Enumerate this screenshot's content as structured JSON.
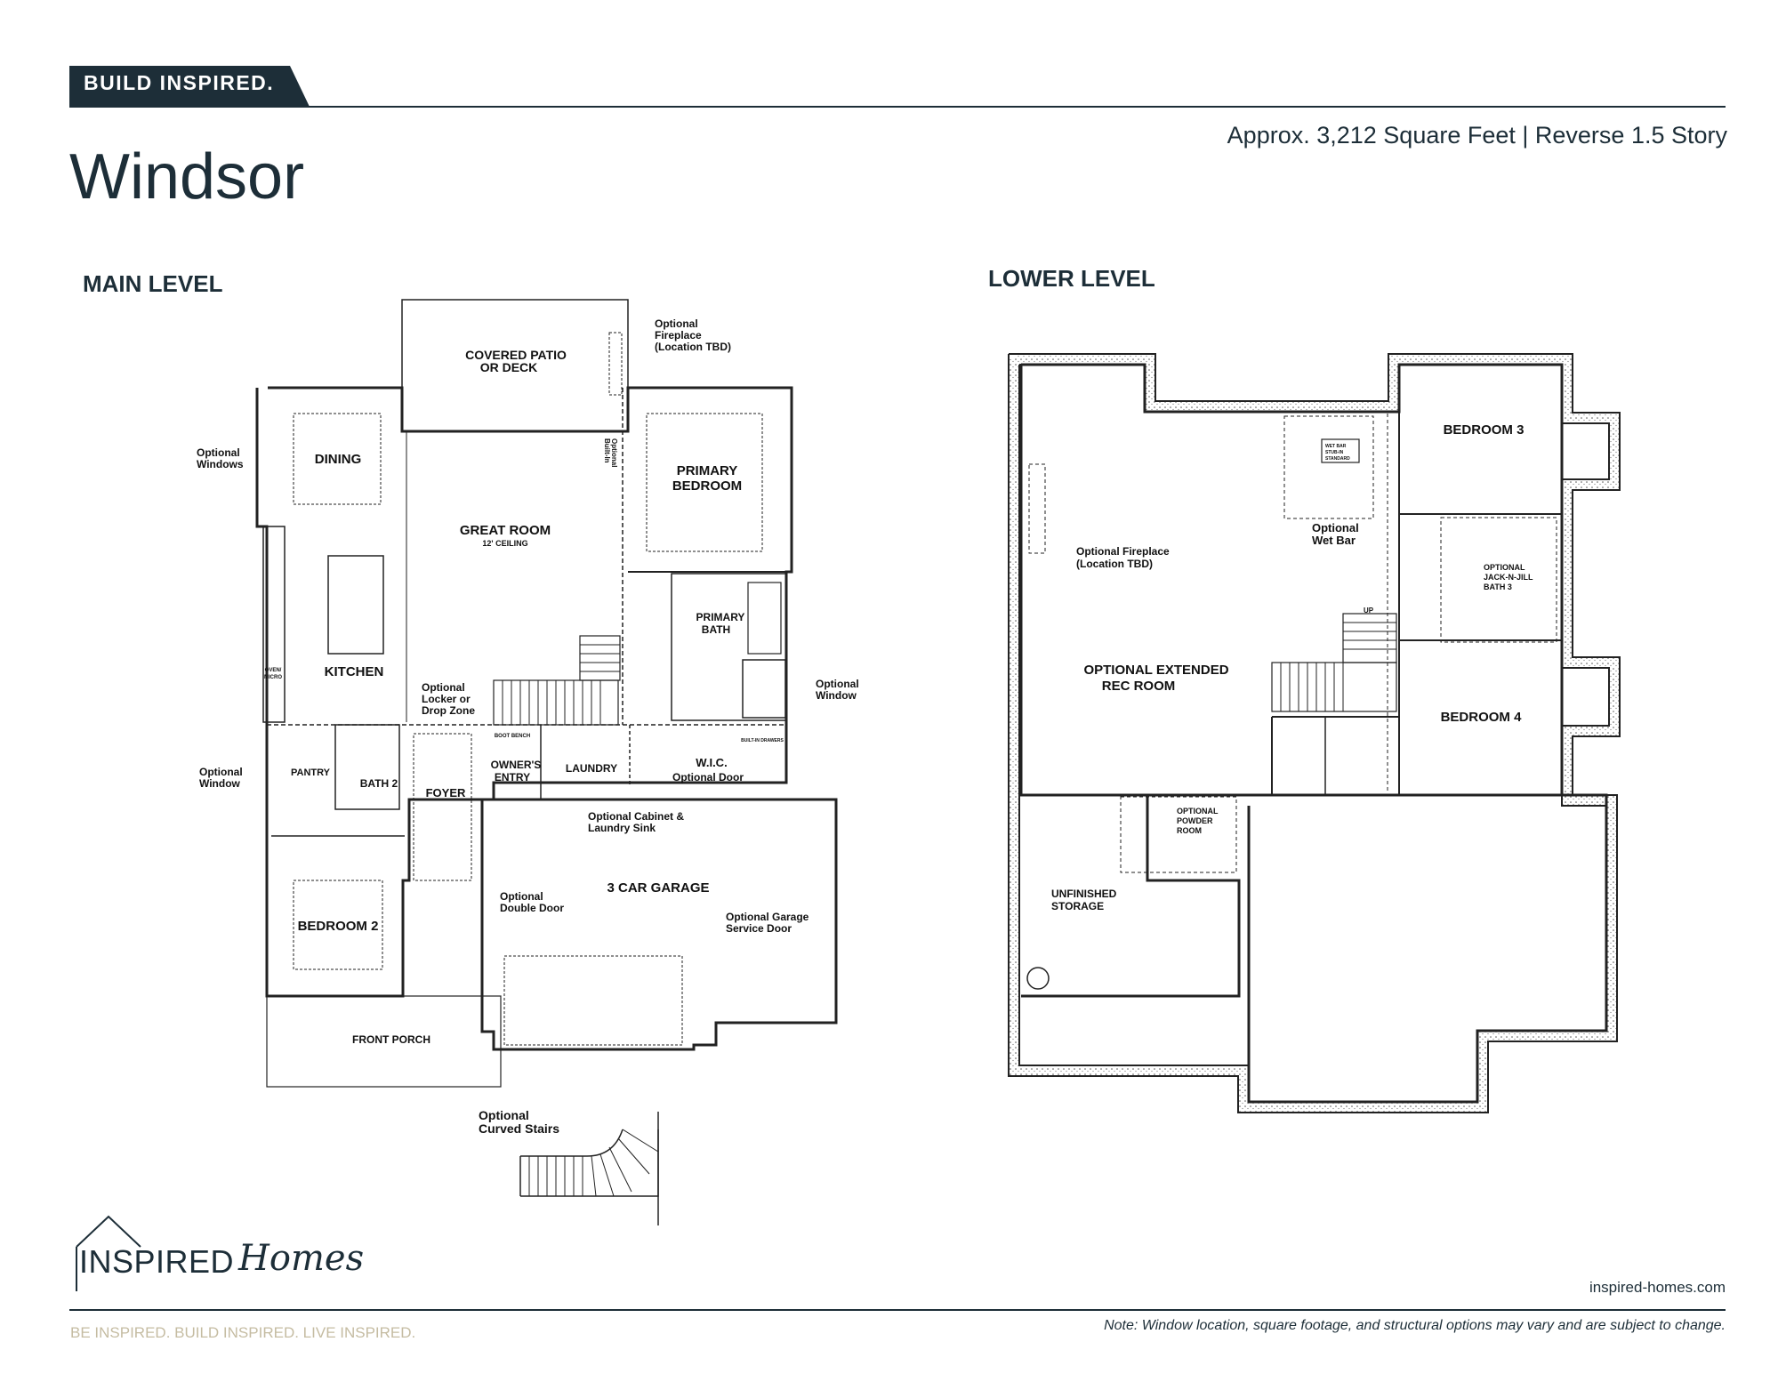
{
  "header": {
    "tagline": "BUILD INSPIRED.",
    "home_name": "Windsor",
    "summary": "Approx. 3,212 Square Feet | Reverse 1.5 Story"
  },
  "main_level": {
    "title": "MAIN LEVEL",
    "rooms": {
      "covered_patio_1": "COVERED PATIO",
      "covered_patio_2": "OR DECK",
      "dining": "DINING",
      "great_room": "GREAT ROOM",
      "great_room_ceiling": "12' CEILING",
      "primary_bedroom_1": "PRIMARY",
      "primary_bedroom_2": "BEDROOM",
      "primary_bath_1": "PRIMARY",
      "primary_bath_2": "BATH",
      "kitchen": "KITCHEN",
      "pantry": "PANTRY",
      "bath2": "BATH 2",
      "foyer": "FOYER",
      "owners_entry_1": "OWNER'S",
      "owners_entry_2": "ENTRY",
      "laundry": "LAUNDRY",
      "wic": "W.I.C.",
      "bedroom2": "BEDROOM 2",
      "garage": "3 CAR GARAGE",
      "front_porch": "FRONT PORCH",
      "boot_bench": "BOOT BENCH",
      "oven_micro_1": "OVEN/",
      "oven_micro_2": "MICRO",
      "built_in_drawers": "BUILT-IN DRAWERS"
    },
    "notes": {
      "fireplace_1": "Optional",
      "fireplace_2": "Fireplace",
      "fireplace_3": "(Location TBD)",
      "windows_1": "Optional",
      "windows_2": "Windows",
      "window_left_1": "Optional",
      "window_left_2": "Window",
      "window_right_1": "Optional",
      "window_right_2": "Window",
      "locker_1": "Optional",
      "locker_2": "Locker or",
      "locker_3": "Drop Zone",
      "wic_door": "Optional Door",
      "cabinet_1": "Optional Cabinet &",
      "cabinet_2": "Laundry Sink",
      "double_door_1": "Optional",
      "double_door_2": "Double Door",
      "garage_door_1": "Optional Garage",
      "garage_door_2": "Service Door",
      "builtin_1": "Optional",
      "builtin_2": "Built-In",
      "curved_stairs_1": "Optional",
      "curved_stairs_2": "Curved Stairs"
    }
  },
  "lower_level": {
    "title": "LOWER LEVEL",
    "rooms": {
      "bedroom3": "BEDROOM 3",
      "bedroom4": "BEDROOM 4",
      "rec_room_1": "OPTIONAL EXTENDED",
      "rec_room_2": "REC ROOM",
      "storage_1": "UNFINISHED",
      "storage_2": "STORAGE",
      "jnj_1": "OPTIONAL",
      "jnj_2": "JACK-N-JILL",
      "jnj_3": "BATH 3",
      "powder_1": "OPTIONAL",
      "powder_2": "POWDER",
      "powder_3": "ROOM",
      "wet_bar_1": "WET BAR",
      "wet_bar_2": "STUB-IN",
      "wet_bar_3": "STANDARD",
      "up": "UP"
    },
    "notes": {
      "wetbar_1": "Optional",
      "wetbar_2": "Wet Bar",
      "fireplace_1": "Optional Fireplace",
      "fireplace_2": "(Location TBD)"
    }
  },
  "footer": {
    "logo_word": "INSPIRED",
    "logo_script": "Homes",
    "website": "inspired-homes.com",
    "slogan": "BE INSPIRED. BUILD INSPIRED. LIVE INSPIRED.",
    "disclaimer": "Note: Window location, square footage, and structural options may vary and are subject to change."
  },
  "colors": {
    "navy": "#1d2e38",
    "gold": "#c5bca2"
  }
}
